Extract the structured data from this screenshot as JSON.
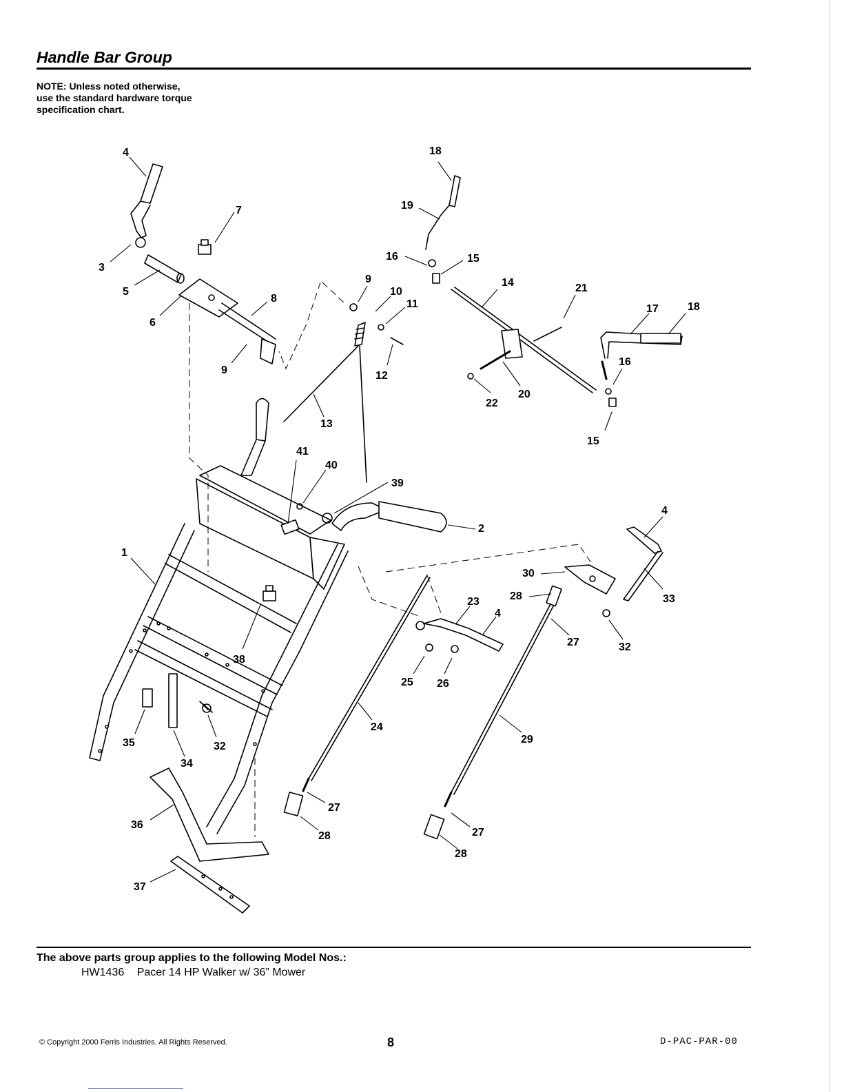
{
  "header": {
    "title": "Handle Bar Group"
  },
  "note": {
    "lines": [
      "NOTE: Unless noted otherwise,",
      "use the standard hardware torque",
      "specification chart."
    ]
  },
  "diagram": {
    "callouts": {
      "c1": "1",
      "c2": "2",
      "c3": "3",
      "c4a": "4",
      "c4b": "4",
      "c4c": "4",
      "c5": "5",
      "c6": "6",
      "c7": "7",
      "c8": "8",
      "c9a": "9",
      "c9b": "9",
      "c10": "10",
      "c11": "11",
      "c12": "12",
      "c13": "13",
      "c14": "14",
      "c15a": "15",
      "c15b": "15",
      "c16a": "16",
      "c16b": "16",
      "c17": "17",
      "c18a": "18",
      "c18b": "18",
      "c19": "19",
      "c20": "20",
      "c21": "21",
      "c22": "22",
      "c23": "23",
      "c24": "24",
      "c25": "25",
      "c26": "26",
      "c27a": "27",
      "c27b": "27",
      "c27c": "27",
      "c28a": "28",
      "c28b": "28",
      "c28c": "28",
      "c29": "29",
      "c30": "30",
      "c32a": "32",
      "c32b": "32",
      "c33": "33",
      "c34": "34",
      "c35": "35",
      "c36": "36",
      "c37": "37",
      "c38": "38",
      "c39": "39",
      "c40": "40",
      "c41": "41"
    }
  },
  "applies": {
    "heading": "The above parts group applies to the following Model Nos.:",
    "models": [
      {
        "number": "HW1436",
        "description": "Pacer 14 HP Walker w/ 36” Mower"
      }
    ]
  },
  "footer": {
    "copyright": "© Copyright 2000 Ferris Industries. All Rights Reserved.",
    "page": "8",
    "code": "D-PAC-PAR-00"
  }
}
